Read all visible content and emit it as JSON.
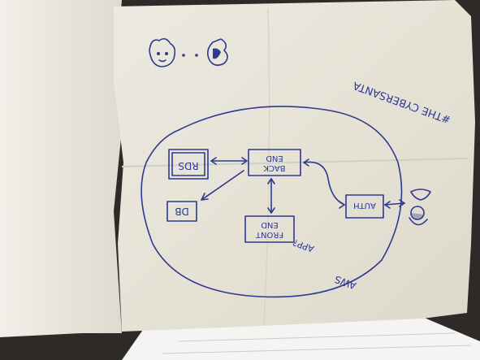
{
  "sketch": {
    "hashtag": "#THE CYBERSANTA",
    "cloud_label": "AWS",
    "app_label": "APP?",
    "nodes": {
      "rds": "RDS",
      "back_end_line1": "BACK",
      "back_end_line2": "END",
      "db": "DB",
      "front_end_line1": "FRONT",
      "front_end_line2": "END",
      "auth": "AUTH"
    }
  },
  "colors": {
    "ink": "#2d3a8f",
    "napkin": "#e9e6dc",
    "background": "#2e2a28"
  }
}
